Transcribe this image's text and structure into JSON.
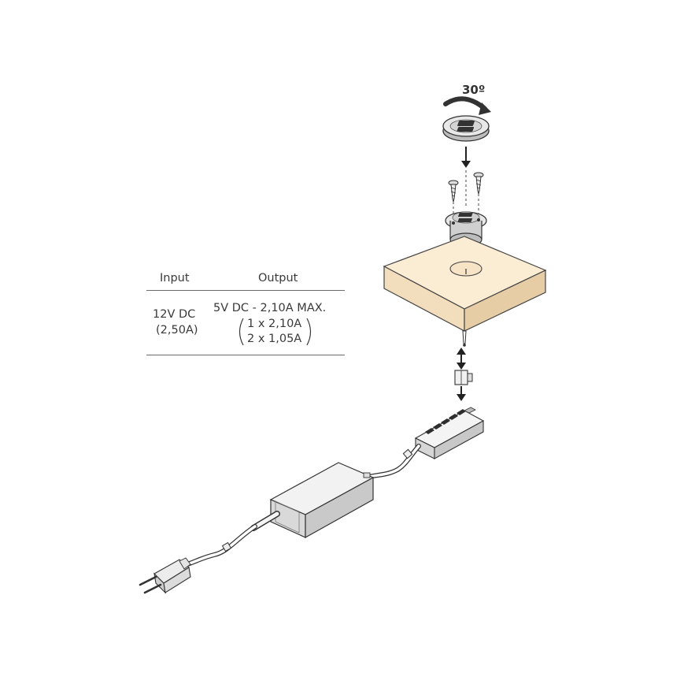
{
  "rotation_label": "30º",
  "spec_table": {
    "headers": {
      "input": "Input",
      "output": "Output"
    },
    "input_lines": [
      "12V DC",
      "(2,50A)"
    ],
    "output_lines": [
      "5V DC - 2,10A MAX.",
      "1 x 2,10A",
      "2 x 1,05A"
    ]
  },
  "colors": {
    "line": "#3c3c3c",
    "worktop_top": "#fbecd4",
    "worktop_side": "#f2ddbd",
    "worktop_front": "#e7cda6",
    "adapter_top": "#f2f2f2",
    "adapter_side": "#cfcfcf",
    "cable": "#ffffff"
  }
}
